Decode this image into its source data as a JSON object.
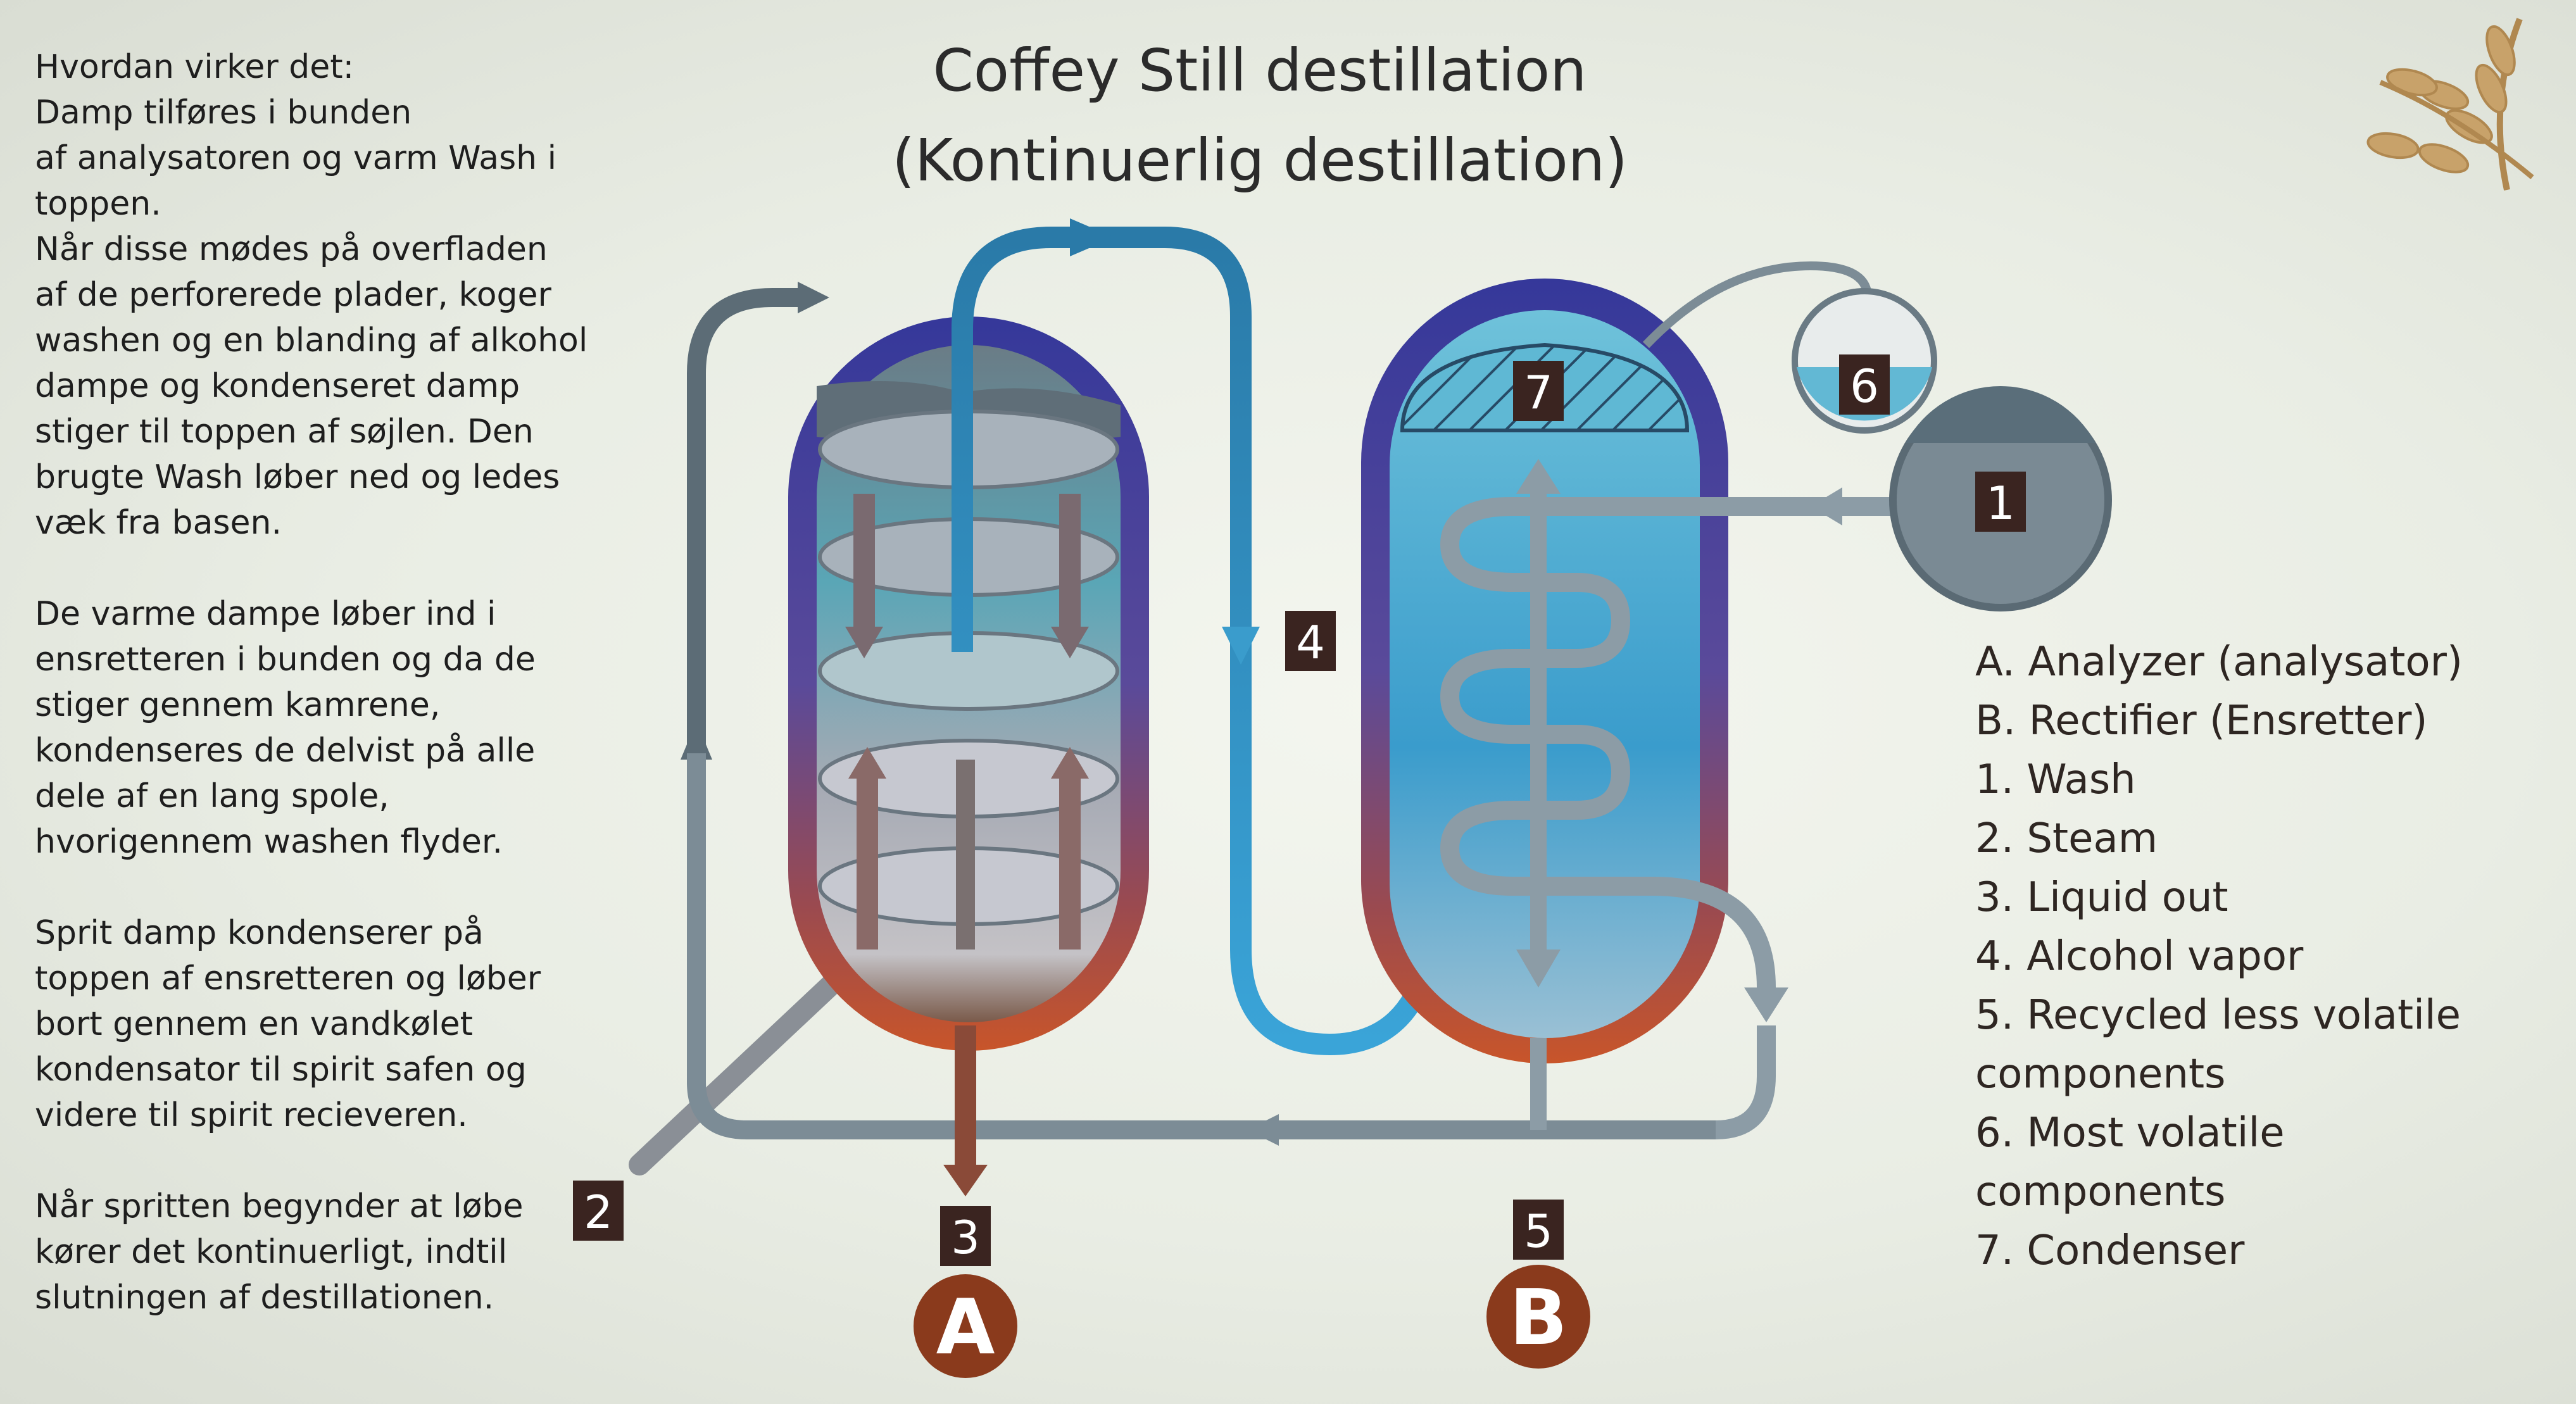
{
  "title": {
    "line1": "Coffey Still destillation",
    "line2": "(Kontinuerlig destillation)"
  },
  "explanation": [
    [
      "Hvordan virker det:",
      "Damp tilføres i bunden",
      "af analysatoren og varm Wash i",
      "toppen.",
      "Når disse mødes på overfladen",
      "af de perforerede plader, koger",
      "washen og en blanding af alkohol",
      "dampe og kondenseret damp",
      "stiger til toppen af søjlen. Den",
      "brugte Wash løber ned og ledes",
      "væk fra basen."
    ],
    [
      "De varme dampe løber ind i",
      "ensretteren i bunden og da de",
      "stiger gennem kamrene,",
      "kondenseres de delvist på alle",
      "dele af en lang spole,",
      "hvorigennem washen flyder."
    ],
    [
      "Sprit damp kondenserer på",
      "toppen af ensretteren og løber",
      "bort gennem en vandkølet",
      "kondensator til spirit safen og",
      "videre til spirit recieveren."
    ],
    [
      "Når spritten begynder at løbe",
      "kører det kontinuerligt, indtil",
      "slutningen af destillationen."
    ]
  ],
  "legend": [
    "A. Analyzer (analysator)",
    "B. Rectifier  (Ensretter)",
    "1. Wash",
    "2. Steam",
    "3. Liquid out",
    "4. Alcohol vapor",
    "5. Recycled less volatile",
    "components",
    "6. Most volatile",
    "components",
    "7. Condenser"
  ],
  "badges": {
    "b1": "1",
    "b2": "2",
    "b3": "3",
    "b4": "4",
    "b5": "5",
    "b6": "6",
    "b7": "7"
  },
  "column_labels": {
    "a": "A",
    "b": "B"
  },
  "colors": {
    "badge": "#3a2420",
    "circle": "#8a3a1c",
    "pipe": "#7c8c96",
    "vapor": "#2e8fc4",
    "shell_top": "#3a3aa0",
    "shell_bottom": "#c4502a"
  }
}
